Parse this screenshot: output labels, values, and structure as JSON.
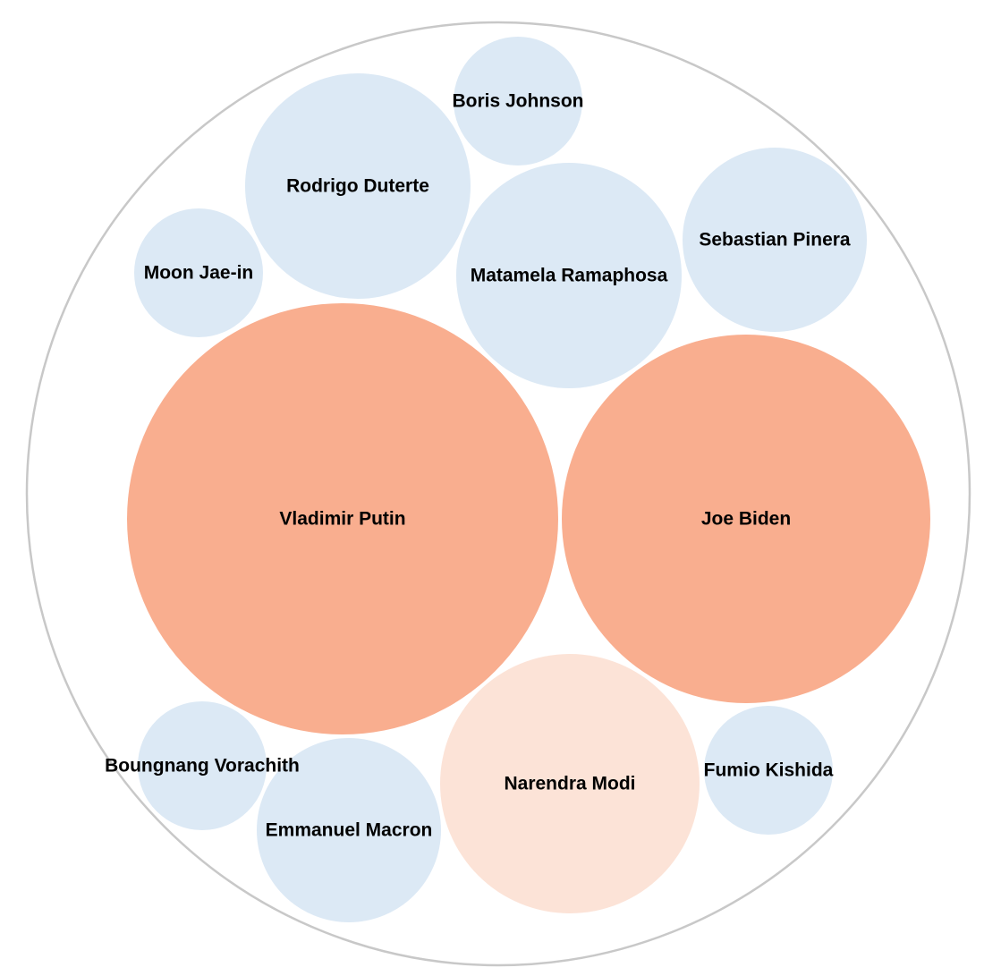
{
  "colors": {
    "high": "#f9ae8f",
    "medium": "#fce3d7",
    "low": "#dce9f5",
    "ring": "#c8c8c8",
    "label": "#000000"
  },
  "chart_data": {
    "type": "packed-bubble",
    "title": "",
    "bubbles": [
      {
        "label": "Vladimir Putin",
        "relative_size": 1.0,
        "level": "high"
      },
      {
        "label": "Joe Biden",
        "relative_size": 0.85,
        "level": "high"
      },
      {
        "label": "Narendra Modi",
        "relative_size": 0.6,
        "level": "medium"
      },
      {
        "label": "Rodrigo Duterte",
        "relative_size": 0.52,
        "level": "low"
      },
      {
        "label": "Matamela Ramaphosa",
        "relative_size": 0.52,
        "level": "low"
      },
      {
        "label": "Sebastian Pinera",
        "relative_size": 0.43,
        "level": "low"
      },
      {
        "label": "Emmanuel Macron",
        "relative_size": 0.43,
        "level": "low"
      },
      {
        "label": "Boris Johnson",
        "relative_size": 0.3,
        "level": "low"
      },
      {
        "label": "Moon Jae-in",
        "relative_size": 0.3,
        "level": "low"
      },
      {
        "label": "Boungnang Vorachith",
        "relative_size": 0.3,
        "level": "low"
      },
      {
        "label": "Fumio Kishida",
        "relative_size": 0.3,
        "level": "low"
      }
    ]
  }
}
